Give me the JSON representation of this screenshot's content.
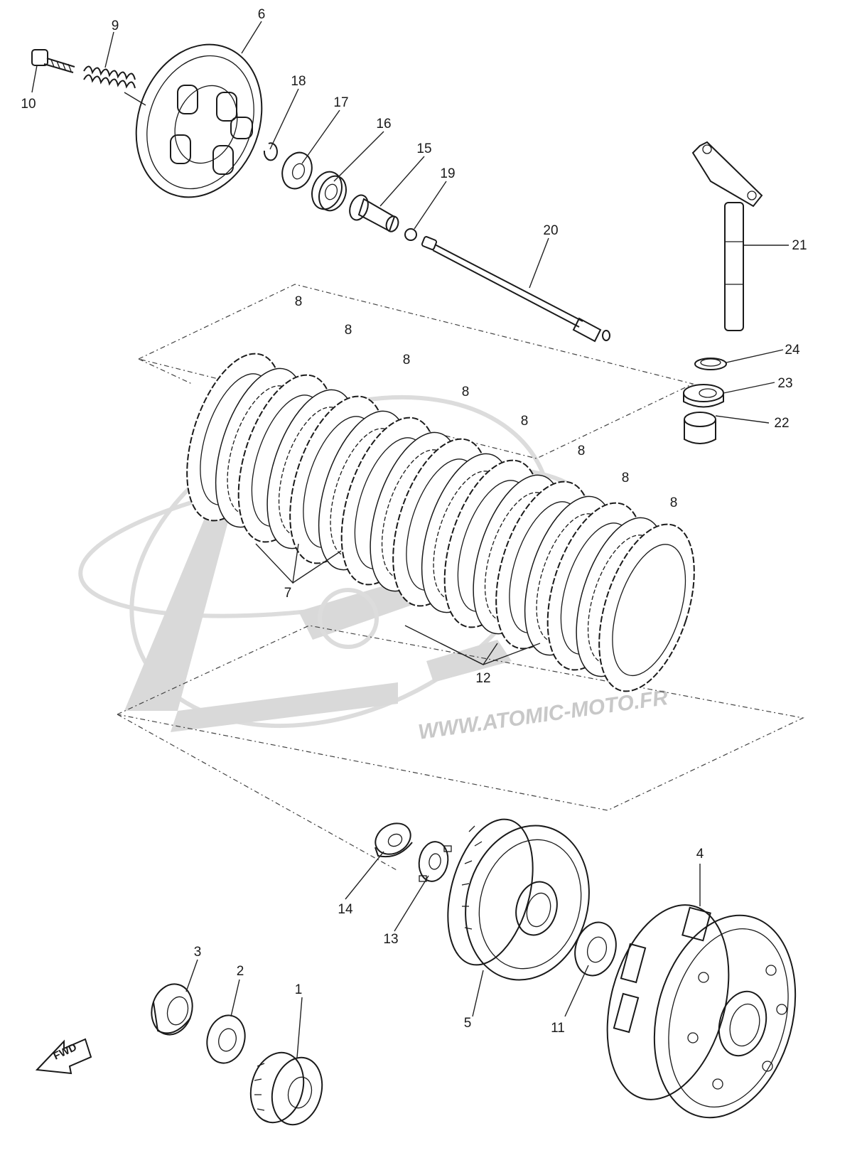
{
  "watermark": {
    "text": "WWW.ATOMIC-MOTO.FR"
  },
  "fwd_label": "FWD",
  "callouts": [
    {
      "id": "p1",
      "label": "1"
    },
    {
      "id": "p2",
      "label": "2"
    },
    {
      "id": "p3",
      "label": "3"
    },
    {
      "id": "p4",
      "label": "4"
    },
    {
      "id": "p5",
      "label": "5"
    },
    {
      "id": "p6",
      "label": "6"
    },
    {
      "id": "p7",
      "label": "7"
    },
    {
      "id": "p8a",
      "label": "8"
    },
    {
      "id": "p8b",
      "label": "8"
    },
    {
      "id": "p8c",
      "label": "8"
    },
    {
      "id": "p8d",
      "label": "8"
    },
    {
      "id": "p8e",
      "label": "8"
    },
    {
      "id": "p8f",
      "label": "8"
    },
    {
      "id": "p8g",
      "label": "8"
    },
    {
      "id": "p8h",
      "label": "8"
    },
    {
      "id": "p9",
      "label": "9"
    },
    {
      "id": "p10",
      "label": "10"
    },
    {
      "id": "p11",
      "label": "11"
    },
    {
      "id": "p12",
      "label": "12"
    },
    {
      "id": "p13",
      "label": "13"
    },
    {
      "id": "p14",
      "label": "14"
    },
    {
      "id": "p15",
      "label": "15"
    },
    {
      "id": "p16",
      "label": "16"
    },
    {
      "id": "p17",
      "label": "17"
    },
    {
      "id": "p18",
      "label": "18"
    },
    {
      "id": "p19",
      "label": "19"
    },
    {
      "id": "p20",
      "label": "20"
    },
    {
      "id": "p21",
      "label": "21"
    },
    {
      "id": "p22",
      "label": "22"
    },
    {
      "id": "p23",
      "label": "23"
    },
    {
      "id": "p24",
      "label": "24"
    }
  ]
}
